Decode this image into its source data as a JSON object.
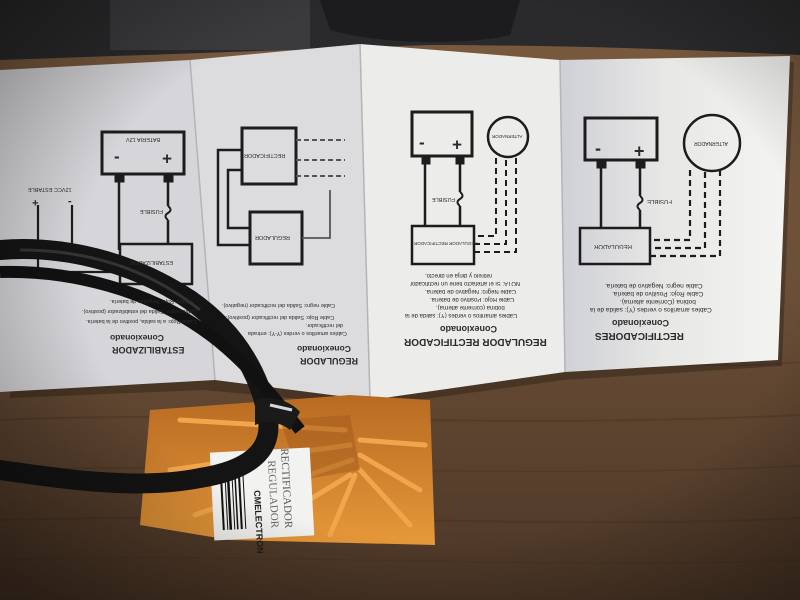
{
  "photo": {
    "colors": {
      "table": "#6b5038",
      "table_dark": "#3f2d1f",
      "paper": "#ecebe9",
      "paper_shade": "#c9c9ce",
      "ink": "#1c1c1c",
      "heatsink": "#d9882f",
      "cable": "#141414",
      "background": "#2a2a2c"
    },
    "panels": {
      "rectificadores": {
        "title": "RECTIFICADORES",
        "subtitle": "Conexionado",
        "battery_sign_neg": "-",
        "battery_sign_pos": "+",
        "alternator_label": "ALTERNADOR",
        "fuse_label": "FUSIBLE",
        "regulator_label": "REGULADOR",
        "body": [
          "Cables amarillos o verdes (Y): salida de la",
          "bobina (Corriente alterna).",
          "Cable Rojo: Positivo de batería.",
          "Cable negro: Negativo de batería."
        ]
      },
      "regulador_rectificador": {
        "title": "REGULADOR RECTIFICADOR",
        "subtitle": "Conexionado",
        "battery_sign_neg": "-",
        "battery_sign_pos": "+",
        "alternator_label": "ALTERNADOR",
        "fuse_label": "FUSIBLE",
        "regulator_label": "REGULADOR RECTIFICADOR",
        "body": [
          "Cables amarillos o verdes (Y): salida de la",
          "bobina (corriente alterna).",
          "Cable Rojo: Positivo de batería.",
          "Cable Negro: Negativo de batería.",
          "NOTA: Si el artefacto tiene un rectificador",
          "retirelo y dirija en directo."
        ]
      },
      "regulador": {
        "title": "REGULADOR",
        "subtitle": "Conexionado",
        "rectifier_label": "RECTIFICADOR",
        "regulator_label": "REGULADOR",
        "body": [
          "Cables amarillos o verdes (Y-Y): entrada",
          "del rectificador.",
          "Cable Rojo: Salida del rectificador (positivo).",
          "Cable negro: Salida del rectificador (negativo)."
        ]
      },
      "estabilizador": {
        "title": "ESTABILIZADOR",
        "subtitle": "Conexionado",
        "battery_label": "BATERIA 12V",
        "battery_sign_neg": "-",
        "battery_sign_pos": "+",
        "fuse_label": "FUSIBLE",
        "regulator_label": "ESTABILIZADOR",
        "output_label": "12VCC ESTABLE",
        "output_sign_pos": "+",
        "output_sign_neg": "-",
        "body": [
          "Cable Rojo: a la salida, positivo de la batería.",
          "Cable negro: Salida del estabilizador (positivo).",
          "Cable Rojo: Negativo de batería."
        ]
      }
    },
    "device_label": {
      "brand": "CMELECTRON",
      "line1": "RECTIFICADOR",
      "line2": "REGULADOR"
    }
  }
}
